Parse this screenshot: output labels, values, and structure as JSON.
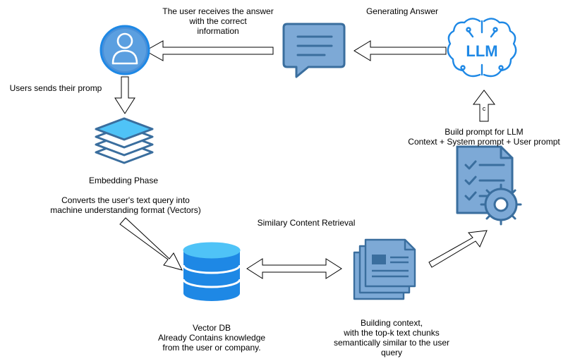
{
  "labels": {
    "user_receives": [
      "The user receives the answer",
      "with the correct",
      "information"
    ],
    "generating_answer": [
      "Generating Answer"
    ],
    "users_sends": [
      "Users sends their promp"
    ],
    "embedding_phase": [
      "Embedding Phase"
    ],
    "converts": [
      "Converts the user's text query into",
      "machine understanding format (Vectors)"
    ],
    "similarity": [
      "Similary Content Retrieval"
    ],
    "vector_db": [
      "Vector DB",
      "Already Contains knowledge",
      "from the user or company."
    ],
    "building_context": [
      "Building context,",
      "with the top-k text chunks",
      "semantically similar to the user",
      "query"
    ],
    "build_prompt": [
      "Build prompt for LLM",
      "Context + System prompt + User prompt"
    ],
    "arrow_c": "c",
    "llm": "LLM"
  },
  "icons": {
    "user": "user-avatar-icon",
    "message": "chat-message-icon",
    "llm": "llm-brain-icon",
    "layers": "layers-stack-icon",
    "database": "database-icon",
    "documents": "documents-icon",
    "checklist": "checklist-gear-icon"
  },
  "colors": {
    "primary_blue": "#1E88E5",
    "steel_blue": "#3A6E9E",
    "icon_fill": "#7DA9D6",
    "light_cyan": "#4FC3F7"
  }
}
